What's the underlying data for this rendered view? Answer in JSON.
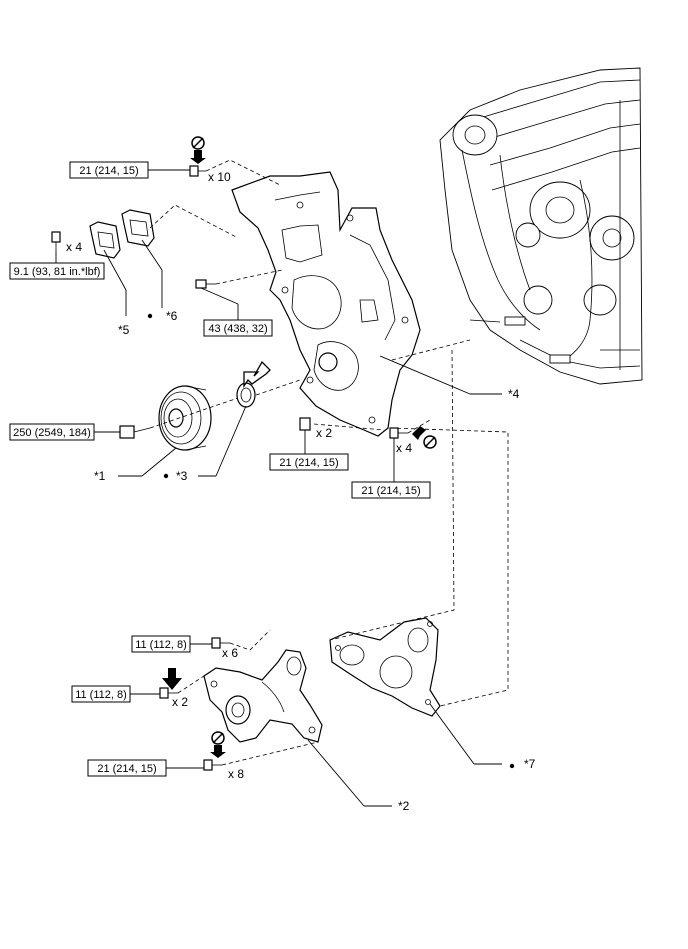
{
  "torque_specs": {
    "t1": "21 (214, 15)",
    "t2": "9.1 (93, 81 in.*lbf)",
    "t3": "43 (438, 32)",
    "t4": "250 (2549, 184)",
    "t5": "21 (214, 15)",
    "t6": "21 (214, 15)",
    "t7": "11 (112, 8)",
    "t8": "11 (112, 8)",
    "t9": "21 (214, 15)"
  },
  "quantities": {
    "q1": "x 10",
    "q2": "x 4",
    "q3": "x 2",
    "q4": "x 4",
    "q5": "x 6",
    "q6": "x 2",
    "q7": "x 8"
  },
  "callouts": {
    "c1": "*1",
    "c2": "*2",
    "c3": "*3",
    "c4": "*4",
    "c5": "*5",
    "c6": "*6",
    "c7": "*7"
  },
  "icons": {
    "torque_sequence": "torque-sequence-icon",
    "tighten_direction": "tighten-arrow-icon",
    "apply_sealant": "apply-arrow-icon",
    "non_reusable": "non-reusable-dot-icon"
  }
}
